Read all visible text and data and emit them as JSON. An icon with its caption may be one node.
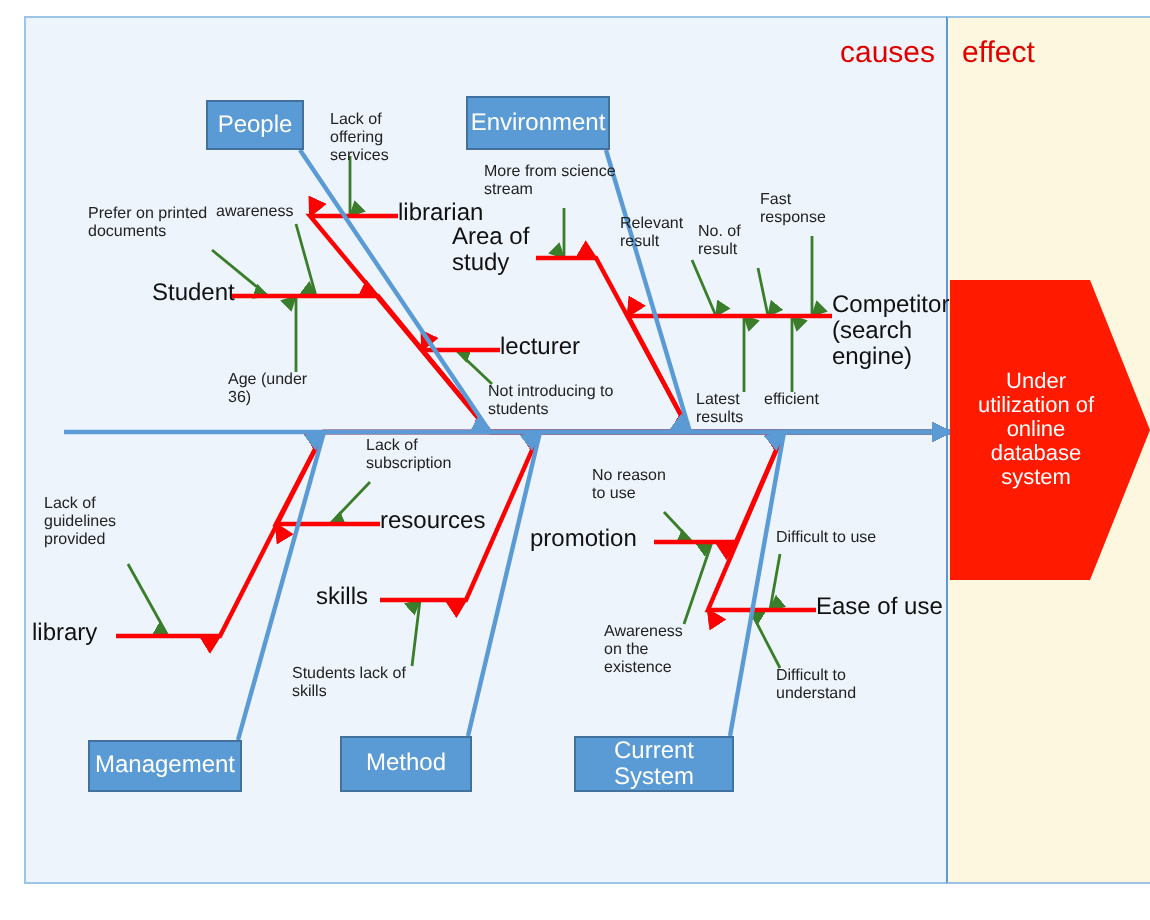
{
  "diagram": {
    "nodes": [
      {
        "text": [
          "People"
        ]
      },
      {
        "text": [
          "Environment"
        ]
      },
      {
        "text": [
          "Management"
        ]
      },
      {
        "text": [
          "Method"
        ]
      },
      {
        "text": [
          "Current System"
        ]
      },
      {
        "text": [
          "Under utilization of online database system"
        ]
      },
      {
        "text": [
          "librarian"
        ]
      },
      {
        "text": [
          "Student"
        ]
      },
      {
        "text": [
          "lecturer"
        ]
      },
      {
        "text": [
          "Area of study"
        ]
      },
      {
        "text": [
          "Competitor (search engine)"
        ]
      },
      {
        "text": [
          "resources"
        ]
      },
      {
        "text": [
          "library"
        ]
      },
      {
        "text": [
          "skills"
        ]
      },
      {
        "text": [
          "promotion"
        ]
      },
      {
        "text": [
          "Ease of use"
        ]
      },
      {
        "text": [
          "Lack of offering services"
        ]
      },
      {
        "text": [
          "awareness"
        ]
      },
      {
        "text": [
          "Prefer on printed documents"
        ]
      },
      {
        "text": [
          "Age (under 36)"
        ]
      },
      {
        "text": [
          "Not introducing to students"
        ]
      },
      {
        "text": [
          "More from science stream"
        ]
      },
      {
        "text": [
          "Relevant result"
        ]
      },
      {
        "text": [
          "No. of result"
        ]
      },
      {
        "text": [
          "Fast response"
        ]
      },
      {
        "text": [
          "Latest results"
        ]
      },
      {
        "text": [
          "efficient"
        ]
      },
      {
        "text": [
          "Lack of subscription"
        ]
      },
      {
        "text": [
          "Lack of guidelines provided"
        ]
      },
      {
        "text": [
          "Students lack of skills"
        ]
      },
      {
        "text": [
          "No reason to use"
        ]
      },
      {
        "text": [
          "Awareness on the existence"
        ]
      },
      {
        "text": [
          "Difficult to use"
        ]
      },
      {
        "text": [
          "Difficult to understand"
        ]
      }
    ],
    "edges": [
      {
        "from": 0,
        "to": 5,
        "arrow": "to",
        "color": "#5b9bd5"
      },
      {
        "from": 1,
        "to": 5,
        "arrow": "to",
        "color": "#5b9bd5"
      },
      {
        "from": 2,
        "to": 5,
        "arrow": "to",
        "color": "#5b9bd5"
      },
      {
        "from": 3,
        "to": 5,
        "arrow": "to",
        "color": "#5b9bd5"
      },
      {
        "from": 4,
        "to": 5,
        "arrow": "to",
        "color": "#5b9bd5"
      },
      {
        "from": 6,
        "to": 5,
        "arrow": "to",
        "color": "#ff0000"
      },
      {
        "from": 7,
        "to": 5,
        "arrow": "to",
        "color": "#ff0000"
      },
      {
        "from": 8,
        "to": 5,
        "arrow": "to",
        "color": "#ff0000"
      },
      {
        "from": 9,
        "to": 5,
        "arrow": "to",
        "color": "#ff0000"
      },
      {
        "from": 10,
        "to": 5,
        "arrow": "to",
        "color": "#ff0000"
      },
      {
        "from": 11,
        "to": 5,
        "arrow": "to",
        "color": "#ff0000"
      },
      {
        "from": 12,
        "to": 5,
        "arrow": "to",
        "color": "#ff0000"
      },
      {
        "from": 13,
        "to": 5,
        "arrow": "to",
        "color": "#ff0000"
      },
      {
        "from": 14,
        "to": 5,
        "arrow": "to",
        "color": "#ff0000"
      },
      {
        "from": 15,
        "to": 5,
        "arrow": "to",
        "color": "#ff0000"
      },
      {
        "from": 16,
        "to": 5,
        "arrow": "to"
      },
      {
        "from": 17,
        "to": 5,
        "arrow": "to"
      },
      {
        "from": 18,
        "to": 5,
        "arrow": "to"
      },
      {
        "from": 19,
        "to": 5,
        "arrow": "to"
      },
      {
        "from": 20,
        "to": 5,
        "arrow": "to"
      },
      {
        "from": 21,
        "to": 5,
        "arrow": "to"
      },
      {
        "from": 22,
        "to": 5,
        "arrow": "to"
      },
      {
        "from": 23,
        "to": 5,
        "arrow": "to"
      },
      {
        "from": 24,
        "to": 5,
        "arrow": "to"
      },
      {
        "from": 25,
        "to": 5,
        "arrow": "to"
      },
      {
        "from": 26,
        "to": 5,
        "arrow": "to"
      },
      {
        "from": 27,
        "to": 5,
        "arrow": "to"
      },
      {
        "from": 28,
        "to": 5,
        "arrow": "to"
      },
      {
        "from": 29,
        "to": 5,
        "arrow": "to"
      },
      {
        "from": 30,
        "to": 5,
        "arrow": "to"
      },
      {
        "from": 31,
        "to": 5,
        "arrow": "to"
      },
      {
        "from": 32,
        "to": 5,
        "arrow": "to"
      },
      {
        "from": 33,
        "to": 5,
        "arrow": "to"
      },
      {
        "from": null,
        "to": 5,
        "arrow": "to",
        "color": "#5b9bd5"
      }
    ],
    "labels": [
      "causes",
      "effect"
    ]
  }
}
